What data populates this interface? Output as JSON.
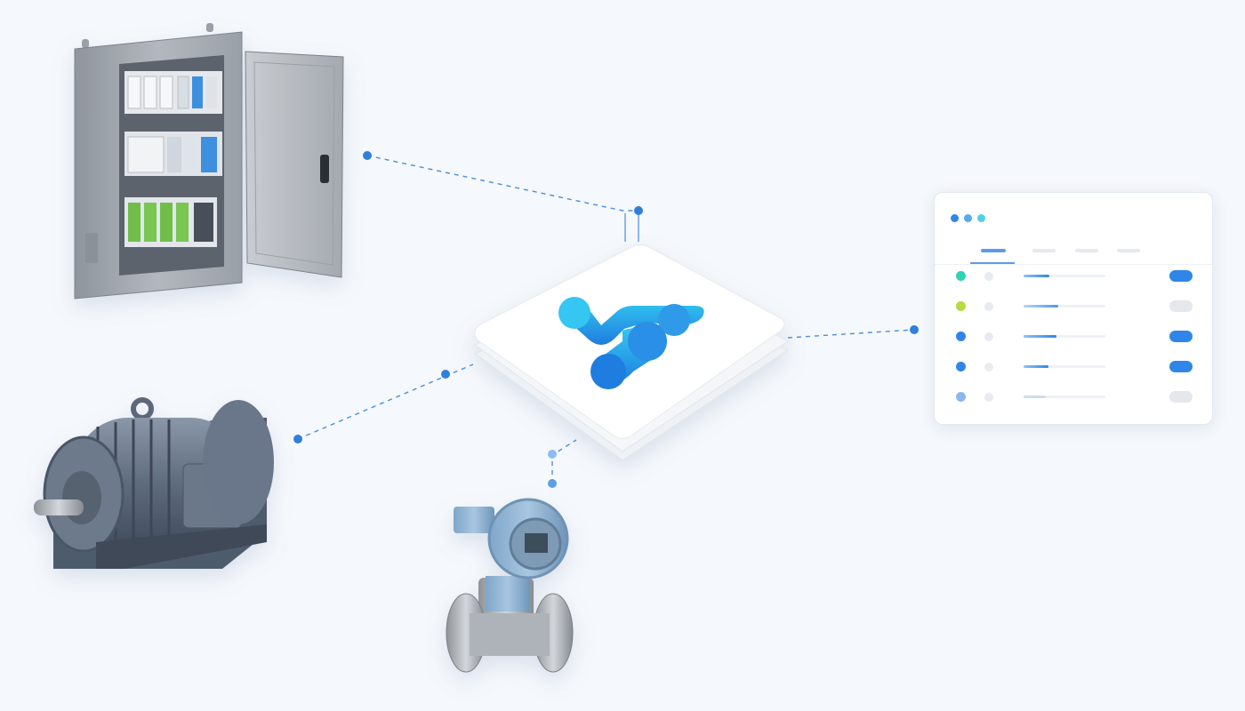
{
  "colors": {
    "background": "#f5f8fc",
    "connector": "#3b82d6",
    "hub_logo_top": "#33c8f0",
    "hub_logo_bottom": "#1f7de0",
    "panel_active": "#2f86e8",
    "panel_inactive": "#e4e7ec"
  },
  "hub": {
    "icon": "platform-logo-icon"
  },
  "devices": [
    {
      "icon": "electrical-cabinet-icon"
    },
    {
      "icon": "electric-motor-icon"
    },
    {
      "icon": "flow-meter-transmitter-icon"
    }
  ],
  "panel": {
    "window_dots": [
      "#2f86e8",
      "#56a8f0",
      "#4fd0e8"
    ],
    "tabs": [
      {
        "active": true
      },
      {
        "active": false
      },
      {
        "active": false
      },
      {
        "active": false
      }
    ],
    "rows": [
      {
        "status_color": "#2ed3b0",
        "level": 0.32,
        "toggle_on": true
      },
      {
        "status_color": "#b5dc3c",
        "level": 0.42,
        "toggle_on": false
      },
      {
        "status_color": "#2f86e8",
        "level": 0.4,
        "toggle_on": true
      },
      {
        "status_color": "#2f86e8",
        "level": 0.3,
        "toggle_on": true
      },
      {
        "status_color": "#8ab8ee",
        "level": 0.27,
        "toggle_on": false
      }
    ]
  }
}
